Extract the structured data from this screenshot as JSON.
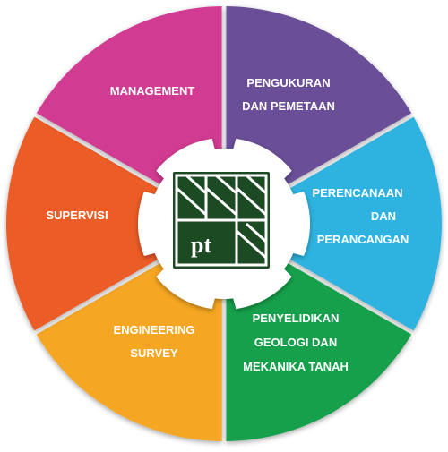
{
  "diagram": {
    "type": "segmented-wheel",
    "segments": [
      {
        "id": "pengukuran",
        "lines": [
          "PENGUKURAN",
          "DAN PEMETAAN"
        ],
        "color": "#6a4f98"
      },
      {
        "id": "perencanaan",
        "lines": [
          "PERENCANAAN",
          "DAN",
          "PERANCANGAN"
        ],
        "color": "#2fb3e0"
      },
      {
        "id": "penyelidikan",
        "lines": [
          "PENYELIDIKAN",
          "GEOLOGI DAN",
          "MEKANIKA TANAH"
        ],
        "color": "#13a04b"
      },
      {
        "id": "engineering",
        "lines": [
          "ENGINEERING",
          "SURVEY"
        ],
        "color": "#f5a624"
      },
      {
        "id": "supervisi",
        "lines": [
          "SUPERVISI"
        ],
        "color": "#ec5c27"
      },
      {
        "id": "management",
        "lines": [
          "MANAGEMENT"
        ],
        "color": "#d13a91"
      }
    ],
    "hub": {
      "logo_text": "pt",
      "logo_color": "#1c4a23",
      "hub_color": "#ffffff"
    }
  }
}
